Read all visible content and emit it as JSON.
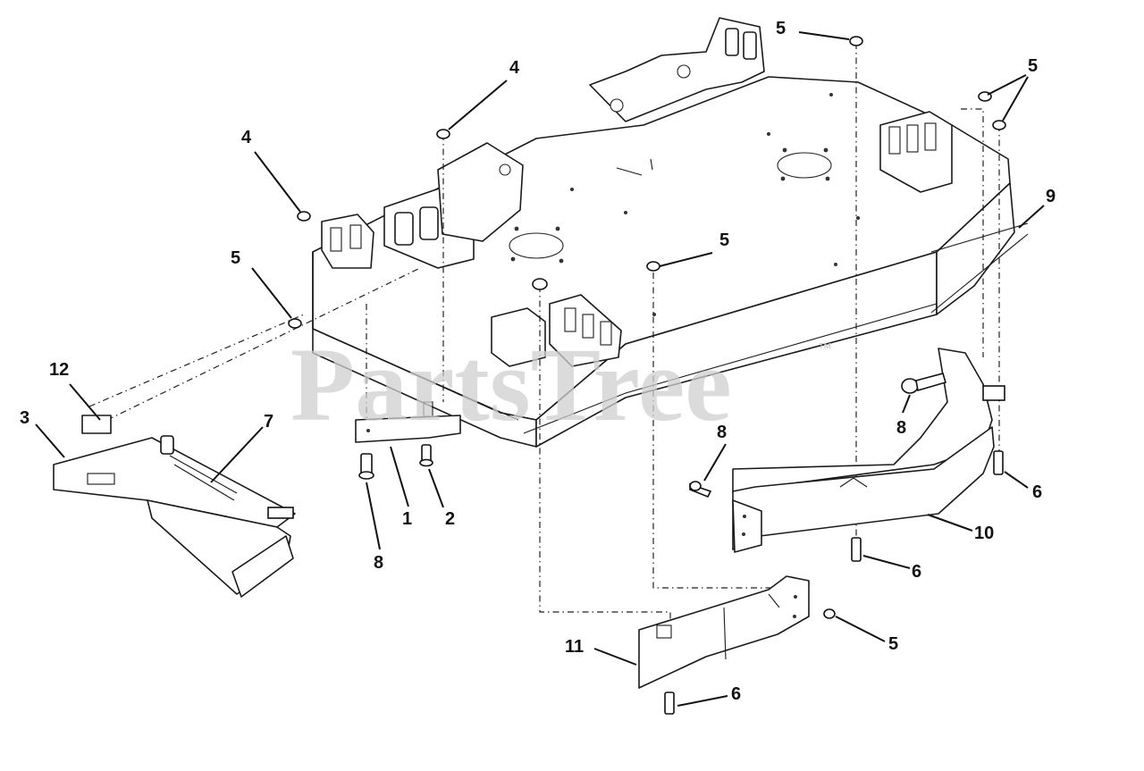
{
  "watermark": {
    "text": "PartsTree",
    "mark": "™"
  },
  "callouts": [
    {
      "id": "c5-top",
      "label": "5"
    },
    {
      "id": "c5-topright",
      "label": "5"
    },
    {
      "id": "c4-top",
      "label": "4"
    },
    {
      "id": "c4-left",
      "label": "4"
    },
    {
      "id": "c9",
      "label": "9"
    },
    {
      "id": "c5-mid",
      "label": "5"
    },
    {
      "id": "c5-left",
      "label": "5"
    },
    {
      "id": "c12",
      "label": "12"
    },
    {
      "id": "c3",
      "label": "3"
    },
    {
      "id": "c7",
      "label": "7"
    },
    {
      "id": "c8-right",
      "label": "8"
    },
    {
      "id": "c8-mid",
      "label": "8"
    },
    {
      "id": "c6-right",
      "label": "6"
    },
    {
      "id": "c10",
      "label": "10"
    },
    {
      "id": "c6-mid",
      "label": "6"
    },
    {
      "id": "c1",
      "label": "1"
    },
    {
      "id": "c2",
      "label": "2"
    },
    {
      "id": "c8-left",
      "label": "8"
    },
    {
      "id": "c11",
      "label": "11"
    },
    {
      "id": "c5-bottom",
      "label": "5"
    },
    {
      "id": "c6-bottom",
      "label": "6"
    }
  ]
}
